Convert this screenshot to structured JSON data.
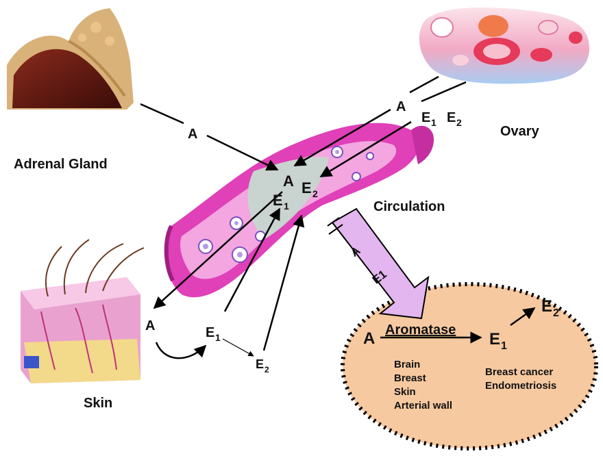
{
  "labels": {
    "adrenal_gland": "Adrenal Gland",
    "ovary": "Ovary",
    "skin": "Skin",
    "circulation": "Circulation"
  },
  "symbols": {
    "androgen": "A",
    "estrogen": "E",
    "estrone_sub": "1",
    "estradiol_sub": "2"
  },
  "arrow_label": {
    "androgen": "A",
    "estrone": "E1"
  },
  "tissue_box": {
    "enzyme": "Aromatase",
    "normal_tissues": [
      "Brain",
      "Breast",
      "Skin",
      "Arterial wall"
    ],
    "diseases": [
      "Breast cancer",
      "Endometriosis"
    ]
  },
  "colors": {
    "vessel_pink": "#e040b8",
    "vessel_light": "#f3a6e0",
    "plasma_gray": "#c9d3cf",
    "tissue_peach": "#f6c9a0",
    "arrow_lilac": "#e3b6ef",
    "ovary_pink": "#f2a9c4",
    "ovary_blue": "#bcd8f4",
    "adrenal_brown": "#5a1410",
    "adrenal_cap": "#d9b27a",
    "skin_pink": "#e9a2cf"
  }
}
